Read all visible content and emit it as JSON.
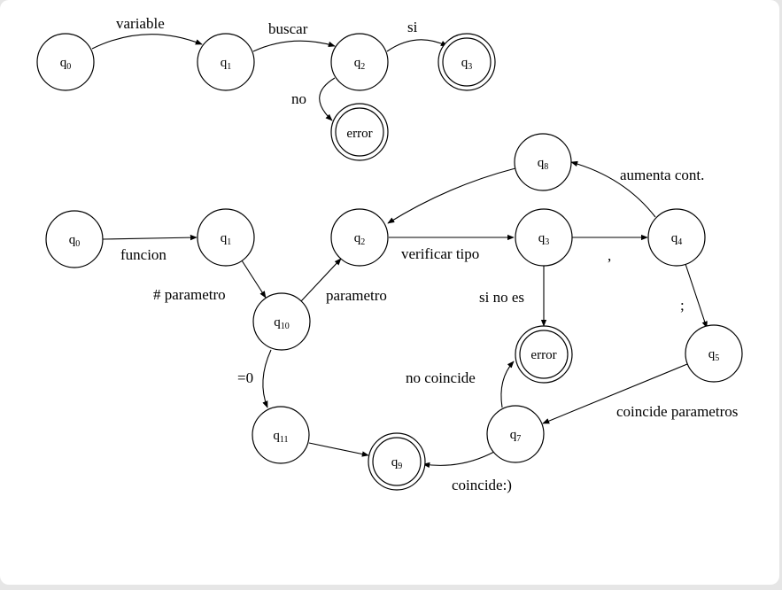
{
  "diagram1": {
    "nodes": {
      "q0": {
        "label": "q",
        "sub": "0"
      },
      "q1": {
        "label": "q",
        "sub": "1"
      },
      "q2": {
        "label": "q",
        "sub": "2"
      },
      "q3": {
        "label": "q",
        "sub": "3"
      },
      "error": {
        "label": "error"
      }
    },
    "edges": {
      "q0_q1": "variable",
      "q1_q2": "buscar",
      "q2_q3": "si",
      "q2_error": "no"
    }
  },
  "diagram2": {
    "nodes": {
      "q0": {
        "label": "q",
        "sub": "0"
      },
      "q1": {
        "label": "q",
        "sub": "1"
      },
      "q2": {
        "label": "q",
        "sub": "2"
      },
      "q3": {
        "label": "q",
        "sub": "3"
      },
      "q4": {
        "label": "q",
        "sub": "4"
      },
      "q5": {
        "label": "q",
        "sub": "5"
      },
      "q7": {
        "label": "q",
        "sub": "7"
      },
      "q8": {
        "label": "q",
        "sub": "8"
      },
      "q9": {
        "label": "q",
        "sub": "9"
      },
      "q10": {
        "label": "q",
        "sub": "10"
      },
      "q11": {
        "label": "q",
        "sub": "11"
      },
      "error": {
        "label": "error"
      }
    },
    "edges": {
      "q0_q1": "funcion",
      "q1_q10": "# parametro",
      "q10_q2": "parametro",
      "q10_q11": "=0",
      "q2_q3": "verificar tipo",
      "q3_q4": ",",
      "q3_error": "si no es",
      "q4_q8": "aumenta cont.",
      "q4_q5": ";",
      "q5_q7": "coincide parametros",
      "q7_error": "no coincide",
      "q7_q9": "coincide:)"
    }
  }
}
